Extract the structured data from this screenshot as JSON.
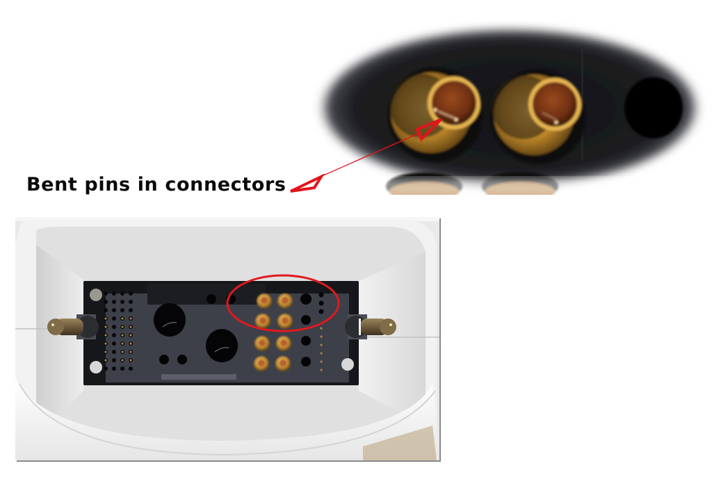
{
  "caption": {
    "text": "Bent pins in connectors"
  },
  "zoom_photo": {
    "description": "Close-up of two gold coaxial connector pins with a bent inner pin, inside a black housing with an empty hole on the right",
    "pins_visible": 2,
    "empty_hole_visible": true
  },
  "product_photo": {
    "description": "White probe connector housing with a black multi-pin connector block; two gold thumbscrew knobs on the sides; 8 gold coaxial pins in a 2x4 group",
    "highlight": "red ellipse around top two coaxial pins",
    "coax_pin_grid": {
      "columns": 2,
      "rows": 4
    }
  },
  "annotation": {
    "arrow_color": "#e3141b",
    "circle_color": "#e0191e"
  }
}
